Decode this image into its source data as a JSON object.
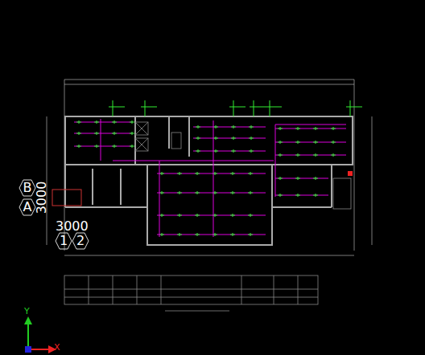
{
  "diagram": {
    "nodes": [
      {
        "text": [
          "B"
        ]
      },
      {
        "text": [
          "A"
        ]
      },
      {
        "text": [
          "1"
        ]
      },
      {
        "text": [
          "2"
        ]
      }
    ],
    "labels": [
      "3000",
      "3000",
      "Y",
      "X"
    ]
  }
}
